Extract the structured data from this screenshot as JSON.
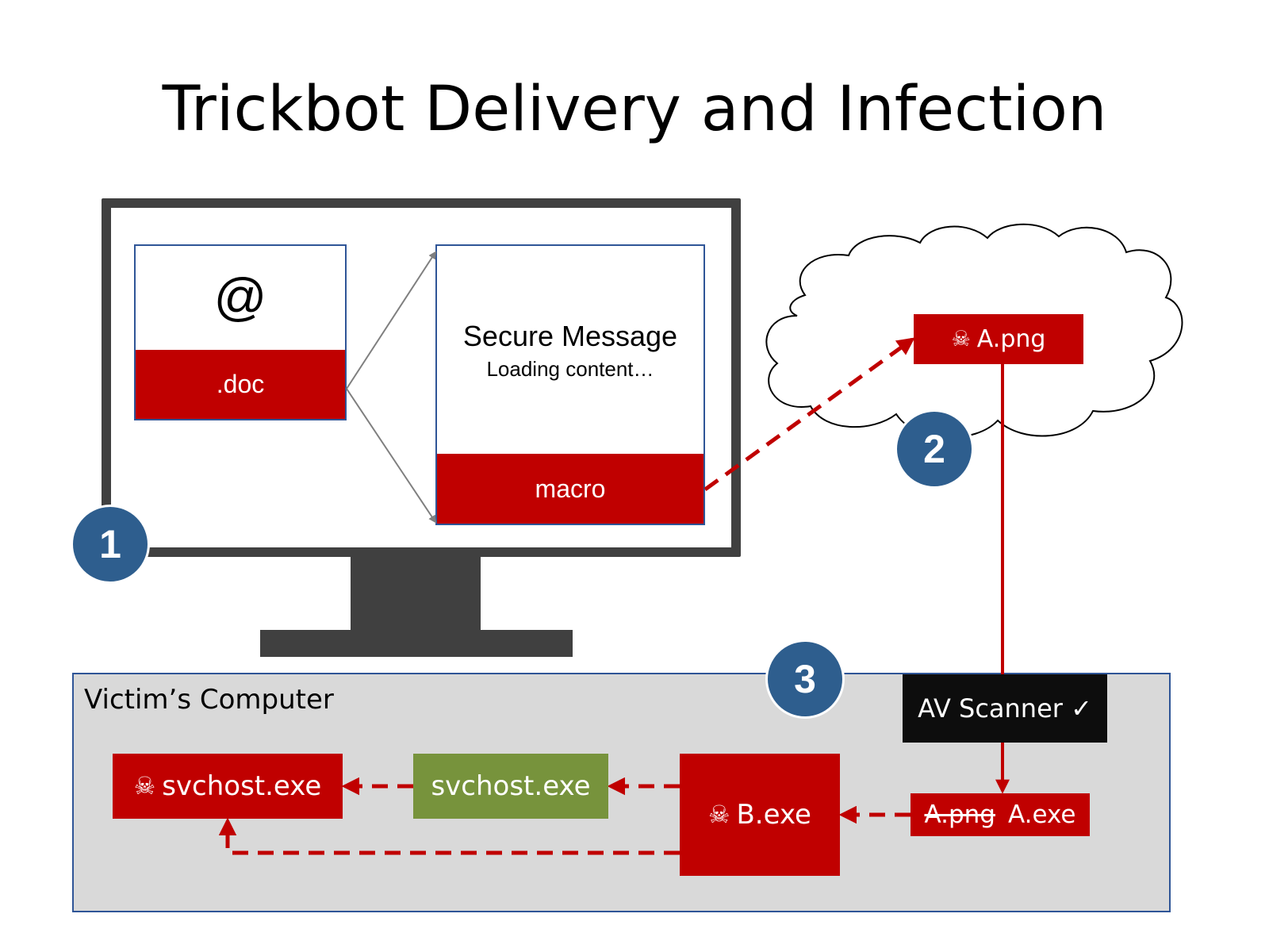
{
  "title": "Trickbot Delivery and Infection",
  "email": {
    "icon": "at-sign",
    "at_symbol": "@",
    "attachment_label": ".doc"
  },
  "message": {
    "title": "Secure Message",
    "subtitle": "Loading content…",
    "macro_label": "macro"
  },
  "cloud": {
    "file_label": "A.png",
    "file_icon": "skull-crossbones-icon"
  },
  "victim": {
    "label": "Victim’s Computer",
    "av_scanner": "AV Scanner ✓",
    "renamed_old": "A.png",
    "renamed_new": "A.exe",
    "b_exe": "B.exe",
    "svchost_clean": "svchost.exe",
    "svchost_malicious": "svchost.exe"
  },
  "badges": {
    "step1": "1",
    "step2": "2",
    "step3": "3"
  },
  "icons": {
    "skull": "☠"
  },
  "colors": {
    "malicious_red": "#c00000",
    "clean_green": "#77933c",
    "badge_blue": "#2e5e8e",
    "panel_gray": "#d9d9d9",
    "panel_border": "#2f5597",
    "monitor_gray": "#404040",
    "scanner_black": "#0d0d0d"
  }
}
